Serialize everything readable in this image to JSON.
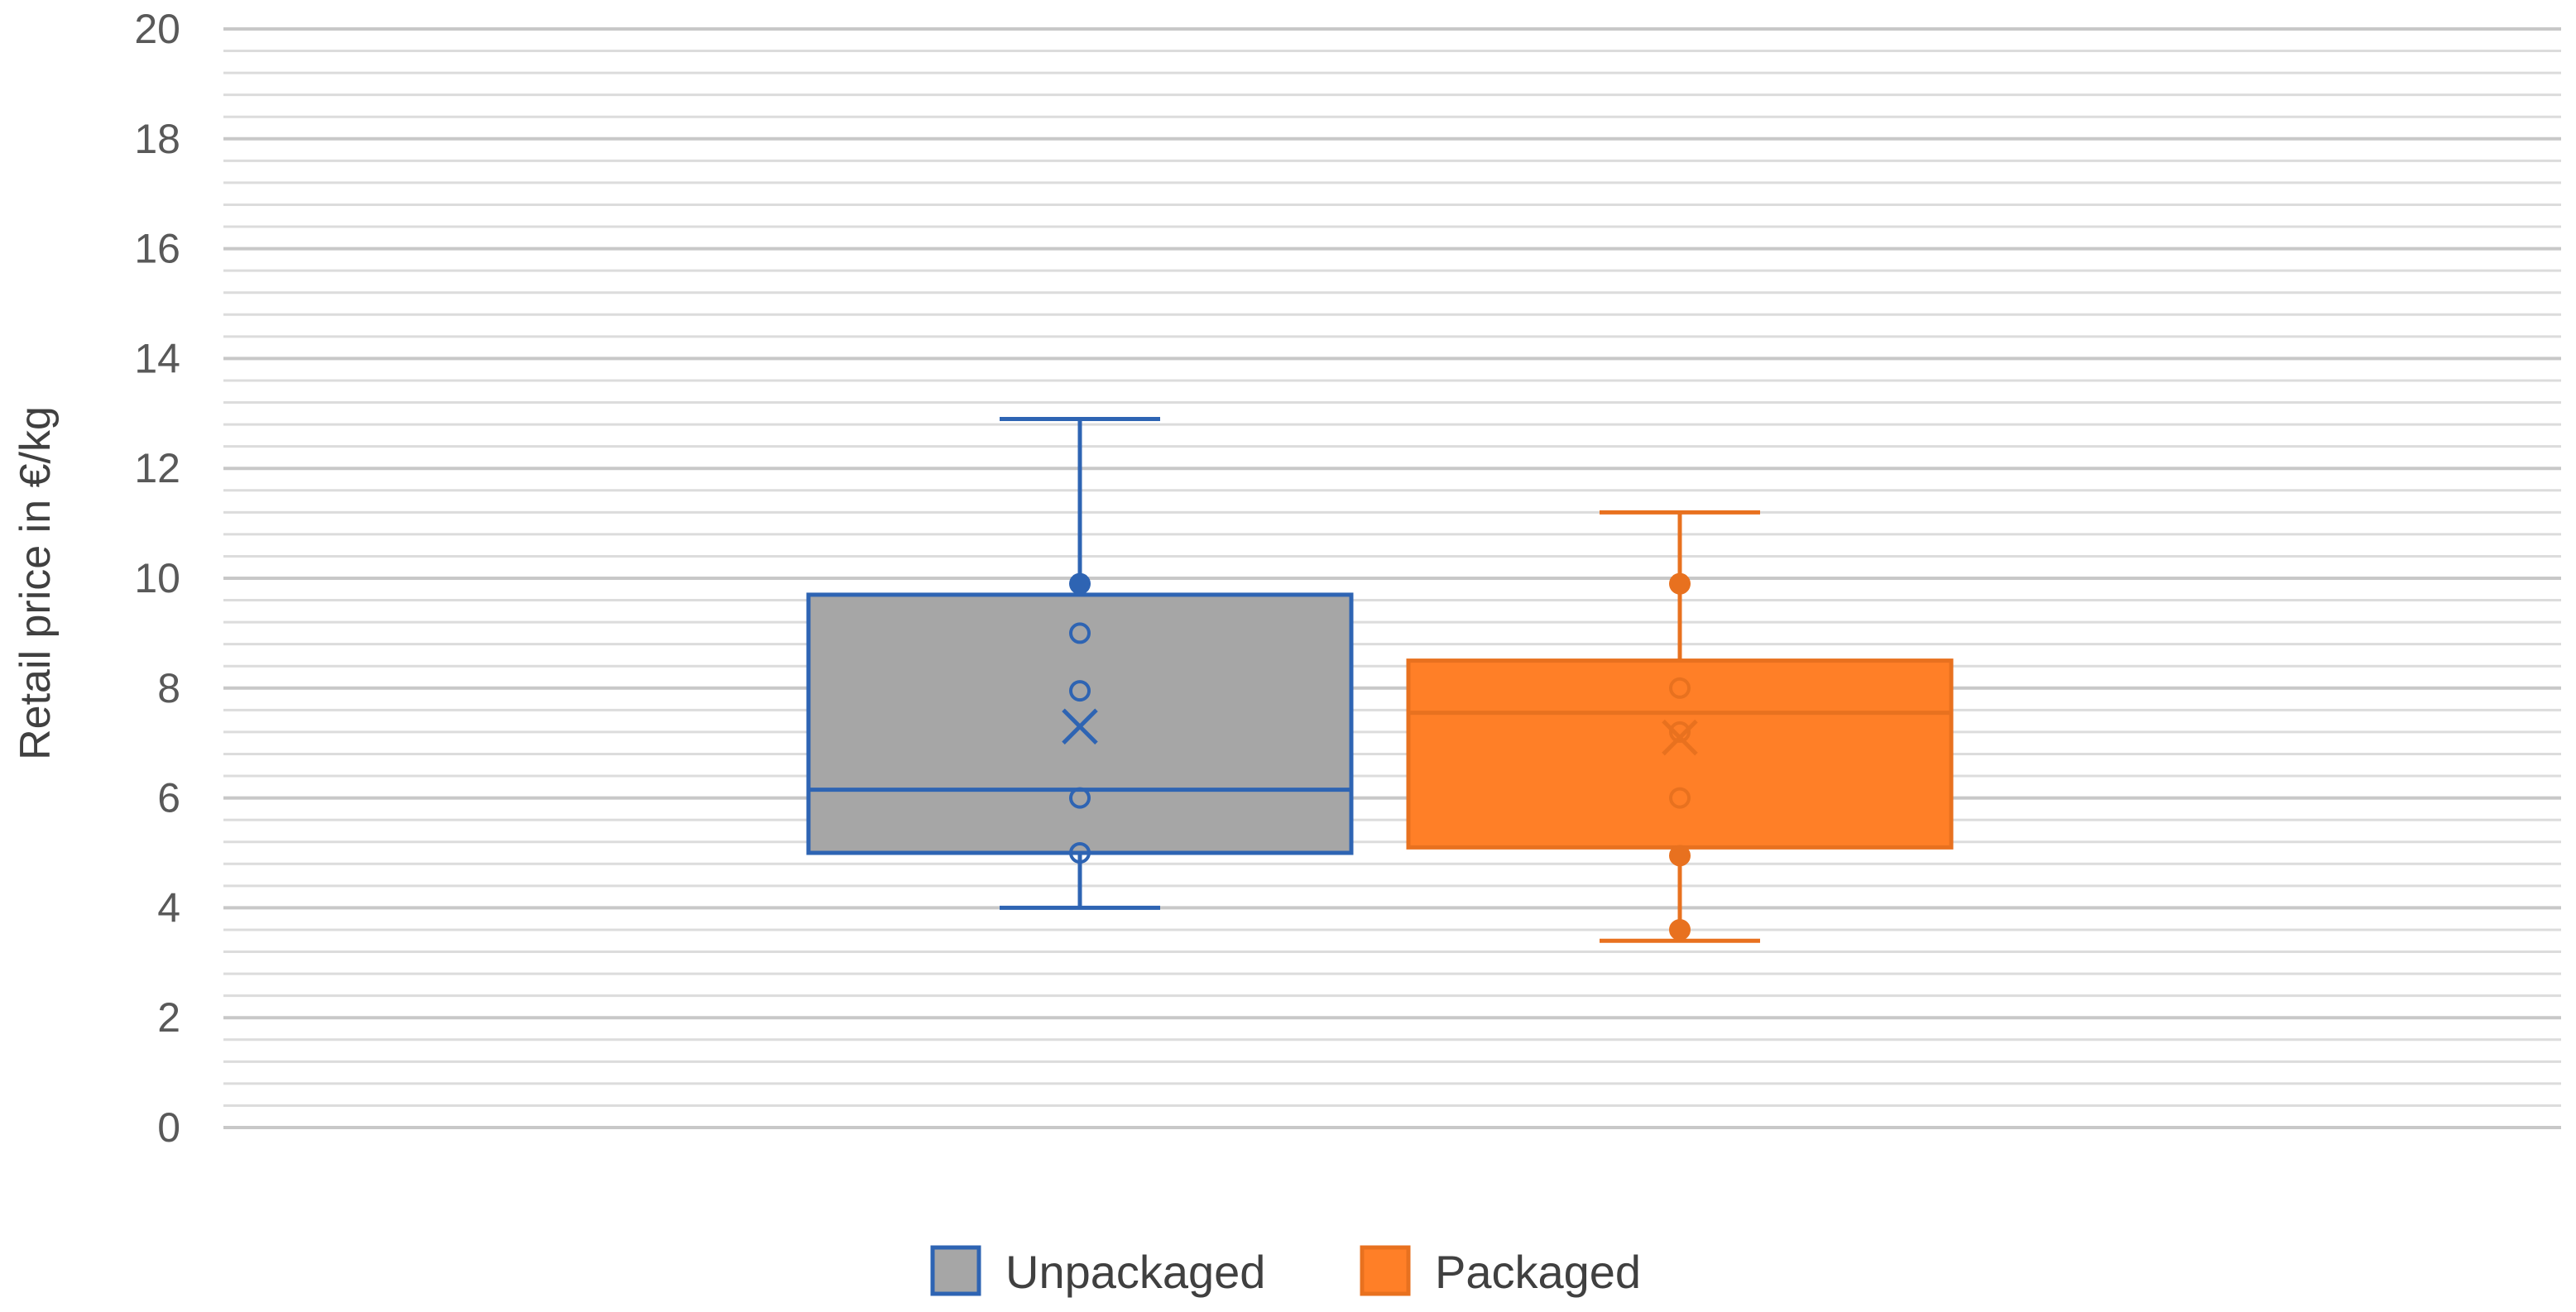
{
  "chart_data": {
    "type": "box",
    "ylabel": "Retail price in €/kg",
    "xlabel": "",
    "title": "",
    "ylim": [
      0,
      20
    ],
    "y_ticks": [
      0,
      2,
      4,
      6,
      8,
      10,
      12,
      14,
      16,
      18,
      20
    ],
    "y_tick_labels": [
      "0",
      "2",
      "4",
      "6",
      "8",
      "10",
      "12",
      "14",
      "16",
      "18",
      "20"
    ],
    "minor_grid_step": 0.4,
    "grid": true,
    "legend_position": "bottom",
    "series": [
      {
        "name": "Unpackaged",
        "fill": "#a6a6a6",
        "stroke": "#2e64b3",
        "min": 4.0,
        "q1": 5.0,
        "median": 6.15,
        "q3": 9.7,
        "max": 12.9,
        "mean": 7.3,
        "points": [
          5.0,
          6.0,
          7.95,
          9.0,
          9.9
        ]
      },
      {
        "name": "Packaged",
        "fill": "#ff7f27",
        "stroke": "#e8711f",
        "min": 3.4,
        "q1": 5.1,
        "median": 7.55,
        "q3": 8.5,
        "max": 11.2,
        "mean": 7.1,
        "points": [
          3.6,
          4.95,
          6.0,
          7.2,
          8.0,
          9.9
        ]
      }
    ]
  }
}
